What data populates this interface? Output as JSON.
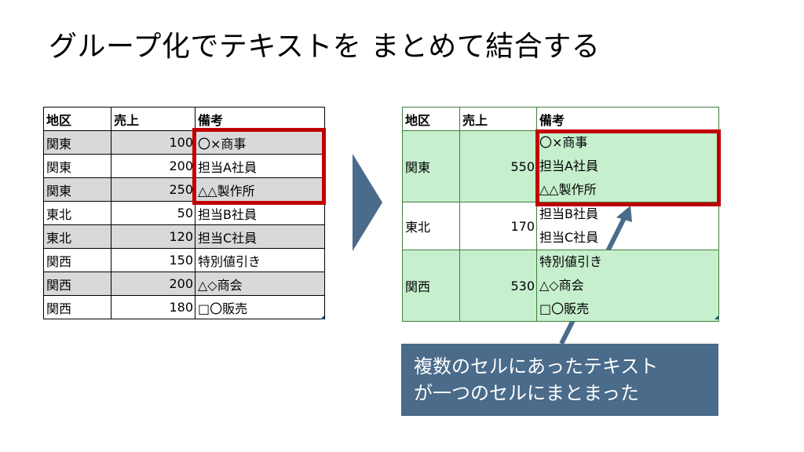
{
  "title": "グループ化でテキストを まとめて結合する",
  "left_table": {
    "headers": [
      "地区",
      "売上",
      "備考"
    ],
    "rows": [
      [
        "関東",
        "100",
        "〇×商事"
      ],
      [
        "関東",
        "200",
        "担当A社員"
      ],
      [
        "関東",
        "250",
        "△△製作所"
      ],
      [
        "東北",
        "50",
        "担当B社員"
      ],
      [
        "東北",
        "120",
        "担当C社員"
      ],
      [
        "関西",
        "150",
        "特別値引き"
      ],
      [
        "関西",
        "200",
        "△◇商会"
      ],
      [
        "関西",
        "180",
        "□〇販売"
      ]
    ]
  },
  "right_table": {
    "headers": [
      "地区",
      "売上",
      "備考"
    ],
    "groups": [
      {
        "region": "関東",
        "sales": "550",
        "notes": [
          "〇×商事",
          "担当A社員",
          "△△製作所"
        ]
      },
      {
        "region": "東北",
        "sales": "170",
        "notes": [
          "担当B社員",
          "担当C社員"
        ]
      },
      {
        "region": "関西",
        "sales": "530",
        "notes": [
          "特別値引き",
          "△◇商会",
          "□〇販売"
        ]
      }
    ]
  },
  "callout": {
    "line1": "複数のセルにあったテキスト",
    "line2": "が一つのセルにまとまった"
  },
  "colors": {
    "highlight_border": "#c00000",
    "callout_bg": "#4a6b8a",
    "gray_row": "#d9d9d9",
    "green_fill": "#c6efce",
    "chevron": "#4a6b8a"
  }
}
